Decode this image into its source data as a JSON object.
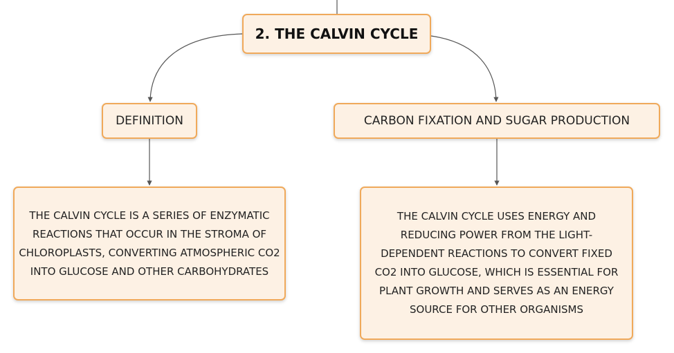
{
  "root": {
    "label": "2. THE CALVIN CYCLE"
  },
  "branches": [
    {
      "label": "DEFINITION",
      "detail": "THE CALVIN CYCLE IS A SERIES OF ENZYMATIC REACTIONS THAT OCCUR IN THE STROMA OF CHLOROPLASTS, CONVERTING ATMOSPHERIC CO2 INTO GLUCOSE AND OTHER CARBOHYDRATES"
    },
    {
      "label": "CARBON FIXATION AND SUGAR PRODUCTION",
      "detail": "THE CALVIN CYCLE USES ENERGY AND REDUCING POWER FROM THE LIGHT-DEPENDENT REACTIONS TO CONVERT FIXED CO2 INTO GLUCOSE, WHICH IS ESSENTIAL FOR PLANT GROWTH AND SERVES AS AN ENERGY SOURCE FOR OTHER ORGANISMS"
    }
  ],
  "colors": {
    "node_fill": "#fdf1e4",
    "node_border": "#f0a95a",
    "connector": "#555555"
  }
}
